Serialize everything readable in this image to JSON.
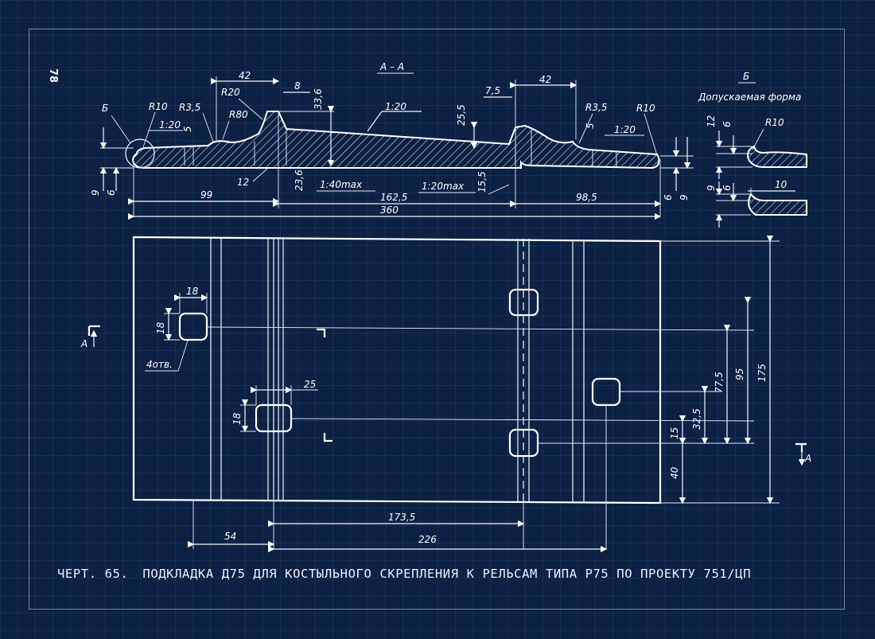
{
  "page_number": "78",
  "caption": {
    "number": "ЧЕРТ. 65.",
    "title": "ПОДКЛАДКА Д75 ДЛЯ КОСТЫЛЬНОГО СКРЕПЛЕНИЯ К РЕЛЬСАМ ТИПА Р75 ПО ПРОЕКТУ 751/ЦП"
  },
  "section": {
    "title": "А – А",
    "labels": {
      "b": "Б",
      "r10_left": "R10",
      "r35_left": "R3,5",
      "r20": "R20",
      "r80": "R80",
      "slope_1_20_left": "1:20",
      "d5_left": "5",
      "d42_left": "42",
      "d8": "8",
      "d33_6": "33,6",
      "slope_1_20_top": "1:20",
      "d25_5": "25,5",
      "d7_5": "7,5",
      "d42_right": "42",
      "r35_right": "R3,5",
      "r10_right": "R10",
      "d5_right": "5",
      "slope_1_20_right": "1:20",
      "d12": "12",
      "d23_6": "23,6",
      "slope_1_40": "1:40max",
      "slope_1_20_max": "1:20max",
      "d15_5": "15,5",
      "d9_left": "9",
      "d6_left": "6",
      "d99": "99",
      "d162_5": "162,5",
      "d98_5": "98,5",
      "d6_right": "6",
      "d9_right": "9",
      "d360": "360"
    }
  },
  "detail": {
    "title": "Б",
    "subtitle": "Допускаемая форма",
    "labels": {
      "d12": "12",
      "d6_top": "6",
      "r10": "R10",
      "d9": "9",
      "d6_bottom": "6",
      "d10": "10"
    }
  },
  "plan": {
    "labels": {
      "d18_w": "18",
      "d18_h": "18",
      "holes": "4отв.",
      "d25": "25",
      "d18_h2": "18",
      "section_mark_left": "А",
      "section_mark_right": "А",
      "d175": "175",
      "d95": "95",
      "d77_5": "77,5",
      "d32_5": "32,5",
      "d15": "15",
      "d40": "40",
      "d54": "54",
      "d173_5": "173,5",
      "d226": "226"
    }
  }
}
